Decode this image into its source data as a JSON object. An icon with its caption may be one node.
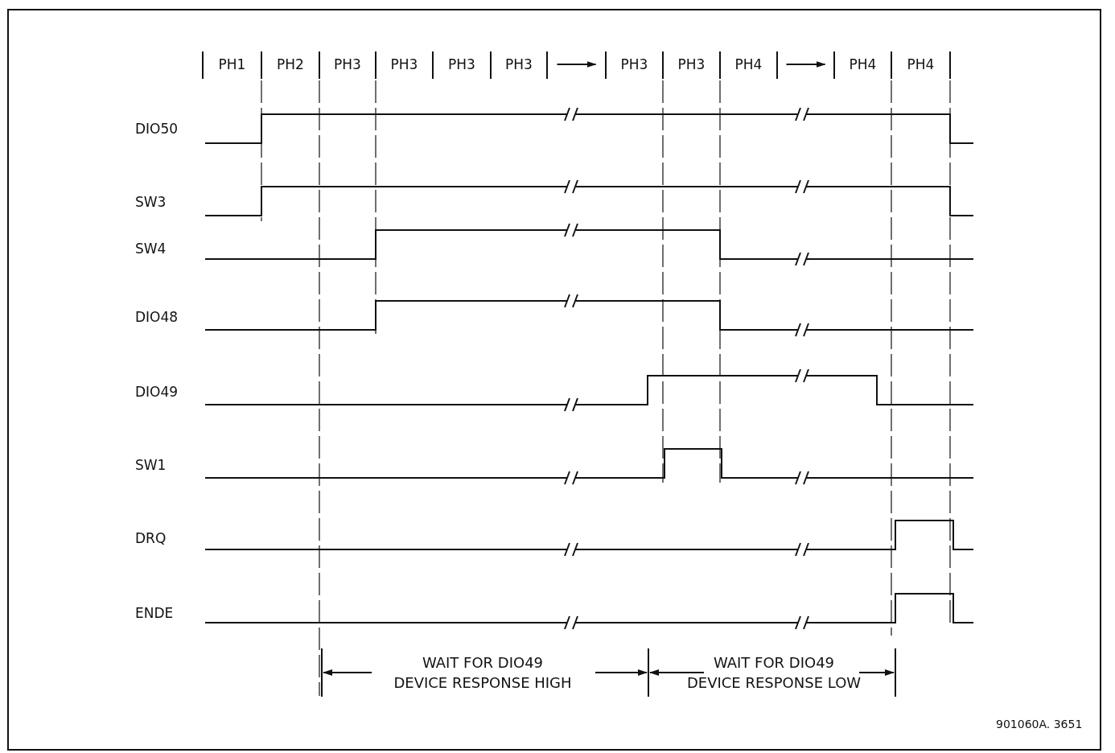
{
  "diagram": {
    "labels": [
      "PH1",
      "PH2",
      "PH3",
      "PH3",
      "PH3",
      "PH3",
      "PH3",
      "PH3",
      "PH4",
      "PH4",
      "PH4",
      "DIO50",
      "SW3",
      "SW4",
      "DIO48",
      "DIO49",
      "SW1",
      "DRQ",
      "ENDE",
      "WAIT FOR DIO49 DEVICE RESPONSE HIGH",
      "WAIT FOR DIO49 DEVICE RESPONSE LOW",
      "901060A. 3651"
    ]
  }
}
